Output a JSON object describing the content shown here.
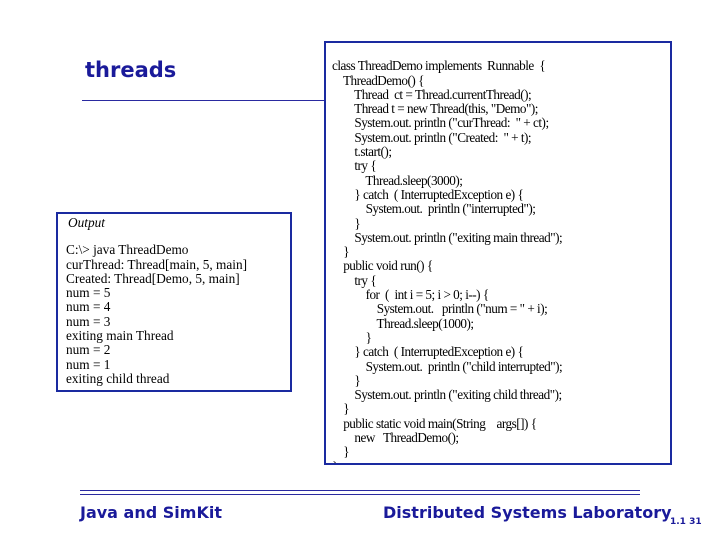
{
  "slide": {
    "title": "threads",
    "footer_left": "Java and SimKit",
    "footer_right": "Distributed Systems Laboratory",
    "page_number": "1.1  31"
  },
  "output": {
    "heading": "Output",
    "lines": [
      "C:\\> java  ThreadDemo",
      "curThread:  Thread[main, 5, main]",
      "Created:  Thread[Demo, 5, main]",
      "num = 5",
      "num = 4",
      "num = 3",
      "exiting main Thread",
      "num = 2",
      "num = 1",
      "exiting child thread"
    ]
  },
  "code": {
    "lines": [
      "class ThreadDemo implements  Runnable  {",
      "    ThreadDemo() {",
      "        Thread  ct = Thread.currentThread();",
      "        Thread t = new Thread(this, \"Demo\");",
      "        System.out. println (\"curThread:  \" + ct);",
      "        System.out. println (\"Created:  \" + t);",
      "        t.start();",
      "        try {",
      "            Thread.sleep(3000);",
      "        } catch  ( InterruptedException e) {",
      "            System.out.  println (\"interrupted\");",
      "        }",
      "        System.out. println (\"exiting main thread\");",
      "    }",
      "    public void run() {",
      "        try {",
      "            for  (  int i = 5; i > 0; i--) {",
      "                System.out.   println (\"num = \" + i);",
      "                Thread.sleep(1000);",
      "            }",
      "        } catch  ( InterruptedException e) {",
      "            System.out.  println (\"child interrupted\");",
      "        }",
      "        System.out. println (\"exiting child thread\");",
      "    }",
      "    public static void main(String    args[]) {",
      "        new   ThreadDemo();",
      "    }",
      "}"
    ]
  },
  "colors": {
    "accent": "#1a1a9a",
    "border": "#1a2aa0",
    "text": "#000000"
  }
}
